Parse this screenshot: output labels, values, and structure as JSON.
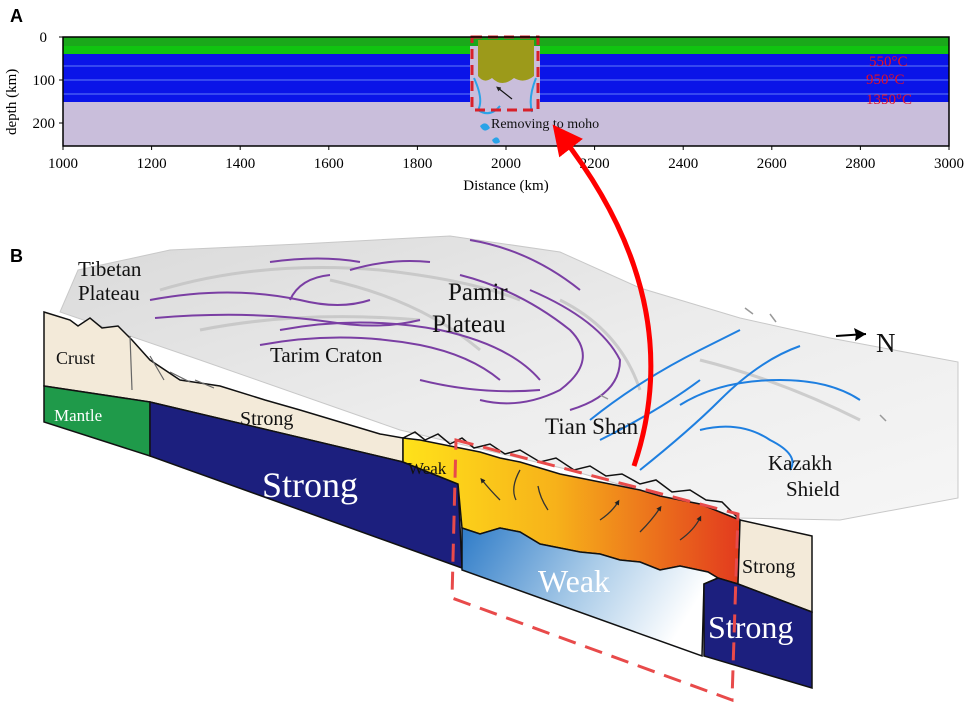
{
  "panel_a": {
    "panel_label": "A",
    "y_axis_label": "depth (km)",
    "x_axis_label": "Distance (km)",
    "y_ticks": [
      "0",
      "100",
      "200"
    ],
    "x_ticks": [
      "1000",
      "1200",
      "1400",
      "1600",
      "1800",
      "2000",
      "2200",
      "2400",
      "2600",
      "2800",
      "3000"
    ],
    "isotherms": [
      "550°C",
      "950°C",
      "1350°C"
    ],
    "annotation": "Removing to moho",
    "colors": {
      "crust_upper": "#1aa81a",
      "crust_lower": "#10c410",
      "lithosphere": "#0a14e8",
      "asthenosphere": "#c9bedb",
      "delaminating_crust": "#9c9a1a",
      "isotherm_text": "#e0102a",
      "highlight_box": "#d8202a"
    }
  },
  "panel_b": {
    "panel_label": "B",
    "map_labels": {
      "tibetan_plateau": [
        "Tibetan",
        "Plateau"
      ],
      "pamir_plateau": [
        "Pamir",
        "Plateau"
      ],
      "tarim_craton": "Tarim Craton",
      "tian_shan": "Tian Shan",
      "kazakh_shield": [
        "Kazakh",
        "Shield"
      ],
      "north": "N"
    },
    "section_labels": {
      "crust": "Crust",
      "mantle": "Mantle",
      "strong_crust_left": "Strong",
      "strong_mantle_left": "Strong",
      "weak_crust": "Weak",
      "weak_mantle": "Weak",
      "strong_crust_right": "Strong",
      "strong_mantle_right": "Strong"
    },
    "colors": {
      "crust": "#f3ead9",
      "mantle_green": "#1f9a4a",
      "mantle_strong": "#1c1f7e",
      "weak_crust_start": "#ffe21a",
      "weak_crust_end": "#e23a1e",
      "weak_mantle_start": "#2f7cc8",
      "weak_mantle_end": "#ffffff",
      "arrow": "#ff0000",
      "dashed_box": "#e84a4a"
    }
  }
}
